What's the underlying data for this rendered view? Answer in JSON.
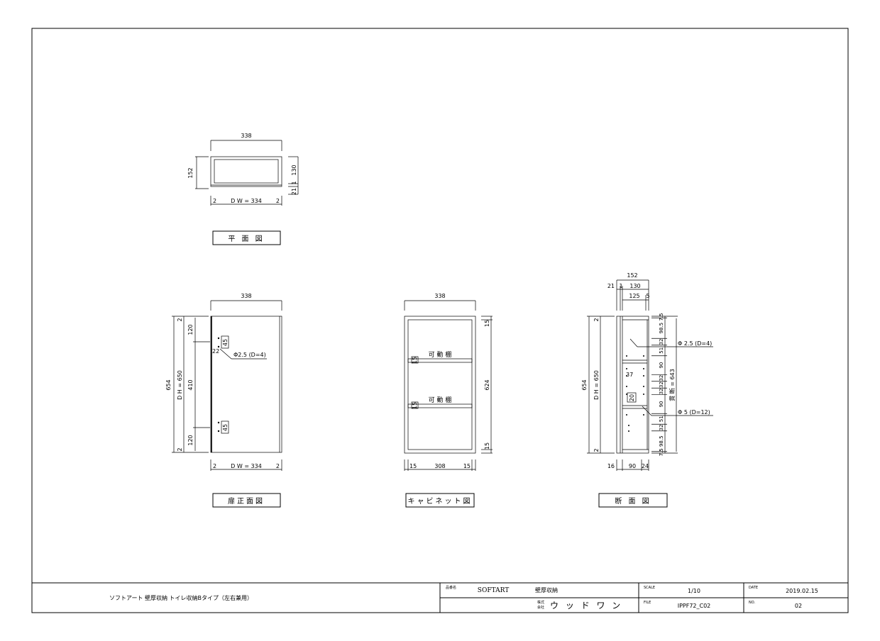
{
  "plan": {
    "title": "平 面 図",
    "width": "338",
    "depth": "152",
    "right1": "130",
    "right2": "1",
    "right3": "21",
    "dw_left": "2",
    "dw": "D W = 334",
    "dw_right": "2"
  },
  "door_front": {
    "title": "扉正面図",
    "width": "338",
    "height": "654",
    "dh": "D H = 650",
    "top_gap": "2",
    "bottom_gap": "2",
    "seg_top": "120",
    "seg_mid": "410",
    "seg_bot": "120",
    "hinge_top": "45",
    "hinge_bot": "45",
    "offset": "22",
    "hole": "Φ2.5 (D=4)",
    "dw_left": "2",
    "dw": "D W = 334",
    "dw_right": "2"
  },
  "cabinet": {
    "title": "キャビネット図",
    "width": "338",
    "inner_height": "624",
    "top_board": "15",
    "bottom_board": "15",
    "shelf_label_1": "可 動 棚",
    "shelf_label_2": "可 動 棚",
    "shelf_tag_1": "15",
    "shelf_tag_2": "15",
    "bottom_left": "15",
    "bottom_mid": "308",
    "bottom_right": "15"
  },
  "section": {
    "title": "断 面 図",
    "total_depth": "152",
    "depth_21": "21",
    "depth_1": "1",
    "depth_130": "130",
    "depth_125": "125",
    "depth_5": "5",
    "height": "654",
    "dh": "D H = 650",
    "top_gap": "2",
    "bottom_gap": "2",
    "right_segments": [
      "7.5",
      "98.5",
      "32",
      "51",
      "90",
      "32",
      "32",
      "32",
      "90",
      "51",
      "32",
      "98.5",
      "7.5"
    ],
    "pitch_label": "貫 断 = 643",
    "mark_37": "37",
    "mark_20": "20",
    "hole_1": "Φ 2.5 (D=4)",
    "hole_2": "Φ 5 (D=12)",
    "bottom_16": "16",
    "bottom_90": "90",
    "bottom_24": "24"
  },
  "title_block": {
    "drawing_title": "ソフトアート  壁厚収納  トイレ収納Bタイプ（左右兼用）",
    "product_tag": "品番名",
    "brand": "SOFTART",
    "series": "壁厚収納",
    "company_prefix_1": "株式",
    "company_prefix_2": "会社",
    "company": "ウ ッ ド ワ ン",
    "scale_label": "SCALE",
    "scale": "1/10",
    "date_label": "DATE",
    "date": "2019.02.15",
    "file_label": "FILE",
    "file": "IPPF72_C02",
    "no_label": "NO.",
    "no": "02"
  }
}
